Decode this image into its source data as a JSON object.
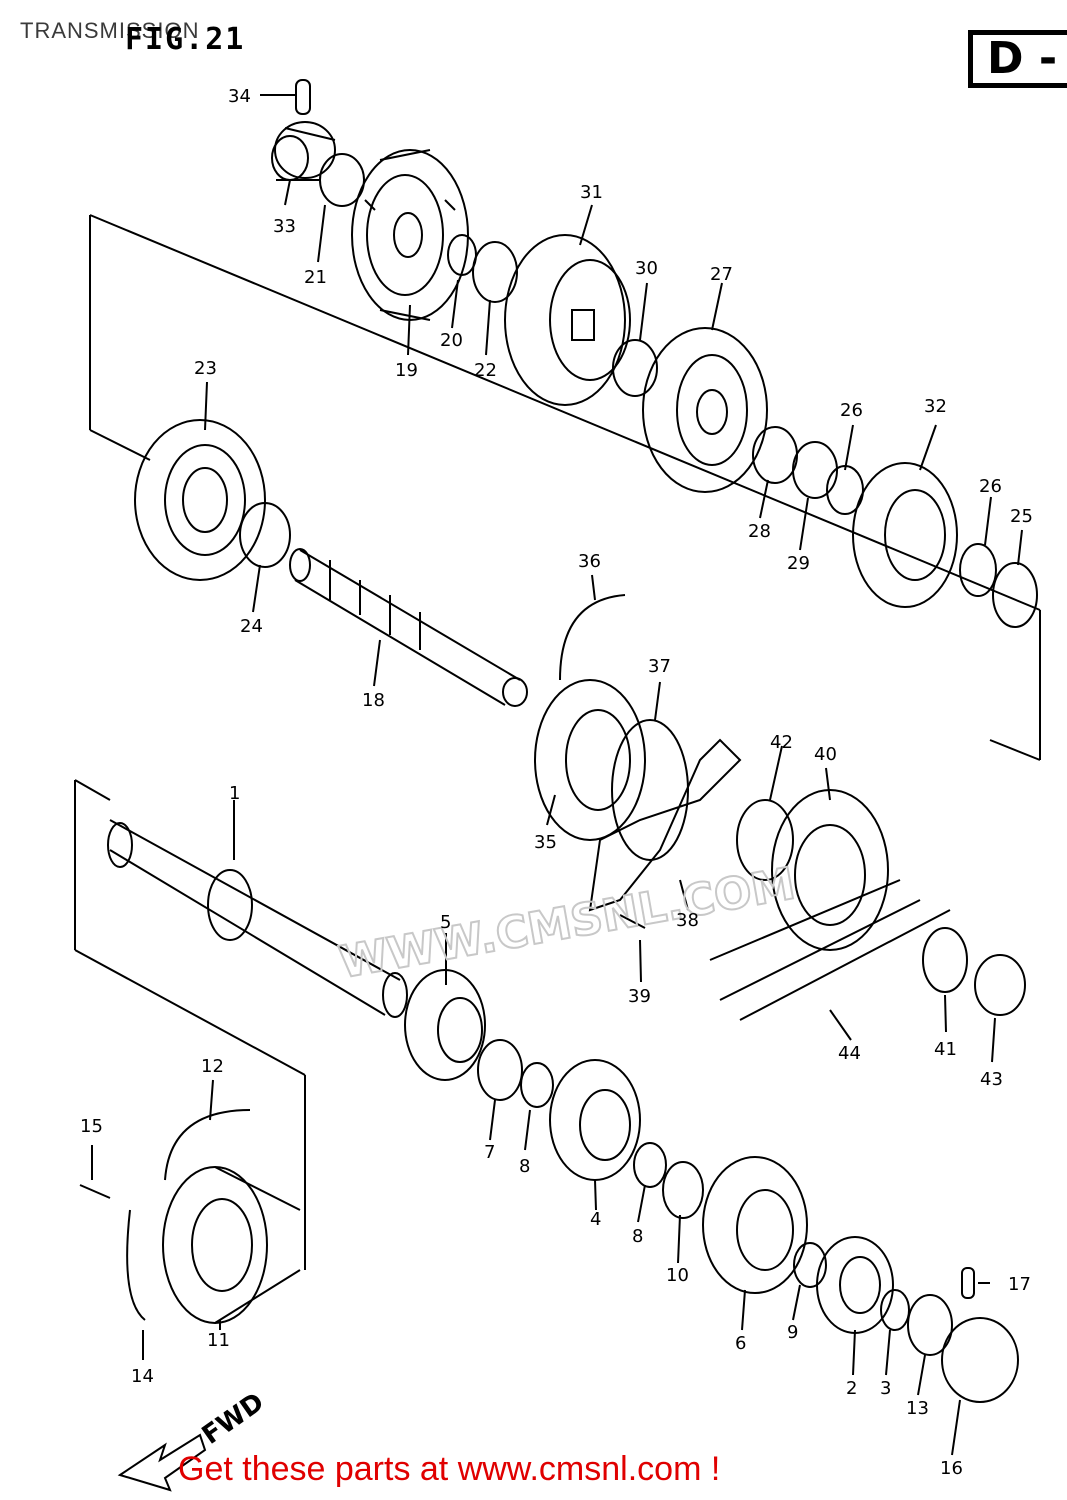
{
  "header": {
    "section_title": "TRANSMISSION",
    "figure_label": "FIG.21",
    "page_code": "D -"
  },
  "watermark": "WWW.CMSNL.COM",
  "direction_label": "FWD",
  "callouts": [
    "34",
    "33",
    "21",
    "19",
    "20",
    "22",
    "31",
    "30",
    "27",
    "26",
    "32",
    "28",
    "29",
    "26",
    "25",
    "23",
    "24",
    "18",
    "36",
    "37",
    "35",
    "42",
    "40",
    "38",
    "39",
    "44",
    "41",
    "43",
    "1",
    "5",
    "7",
    "8",
    "4",
    "8",
    "10",
    "6",
    "9",
    "2",
    "3",
    "13",
    "16",
    "17",
    "12",
    "15",
    "11",
    "14"
  ],
  "footer": {
    "text": "Get these parts at www.cmsnl.com !"
  }
}
